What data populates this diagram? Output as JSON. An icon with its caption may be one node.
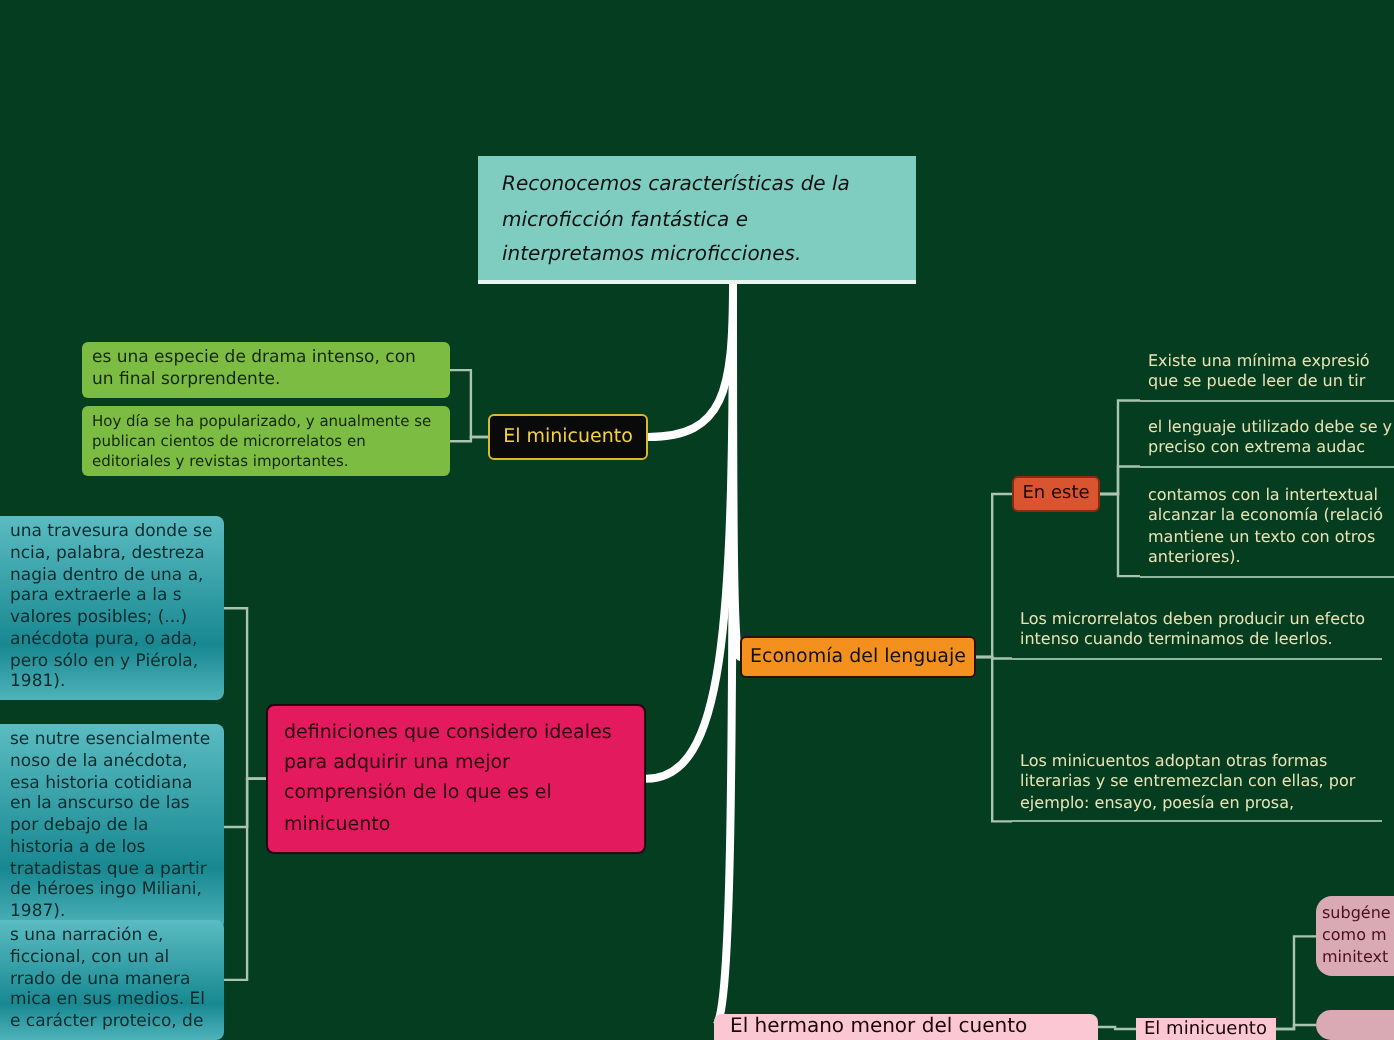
{
  "diagram": {
    "nodes": [
      {
        "text": [
          "Reconocemos características de la microficción fantástica e interpretamos microficciones."
        ]
      },
      {
        "text": [
          "El minicuento"
        ]
      },
      {
        "text": [
          "es una especie de drama intenso, con un final sorprendente."
        ]
      },
      {
        "text": [
          "Hoy día se ha popularizado, y anualmente se publican cientos de microrrelatos en editoriales y revistas importantes."
        ]
      },
      {
        "text": [
          "definiciones que considero ideales para adquirir una mejor comprensión de lo que es el minicuento"
        ]
      },
      {
        "text": [
          "una travesura donde se ncia, palabra, destreza nagia dentro de una a, para extraerle a la s valores posibles; (...) anécdota pura, o ada, pero sólo en y Piérola, 1981)."
        ]
      },
      {
        "text": [
          "se nutre esencialmente noso de la anécdota, esa historia cotidiana en la anscurso de las por debajo de la historia a de los tratadistas que a partir de héroes ingo Miliani, 1987)."
        ]
      },
      {
        "text": [
          "s una narración e, ficcional, con un al rrado de una manera mica en sus medios. El e carácter proteico, de"
        ]
      },
      {
        "text": [
          "Economía del lenguaje"
        ]
      },
      {
        "text": [
          "En este"
        ]
      },
      {
        "text": [
          "Existe una mínima expresió que se puede leer de un tir"
        ]
      },
      {
        "text": [
          "el lenguaje utilizado debe se y preciso con extrema audac"
        ]
      },
      {
        "text": [
          "contamos con la intertextual alcanzar la economía (relació mantiene un texto con otros anteriores)."
        ]
      },
      {
        "text": [
          "Los microrrelatos deben producir un efecto intenso cuando terminamos de leerlos."
        ]
      },
      {
        "text": [
          "Los minicuentos adoptan otras formas literarias y se entremezclan con ellas, por ejemplo: ensayo, poesía en prosa,"
        ]
      },
      {
        "text": [
          "El hermano menor del cuento"
        ]
      },
      {
        "text": [
          "El minicuento"
        ]
      },
      {
        "text": [
          "subgéne como m minitext"
        ]
      },
      {
        "text": [],
        "shape": "box"
      }
    ],
    "edges": [
      {
        "from": 0,
        "to": 1,
        "arrow": "none",
        "style": "thick",
        "color": "#ffffff"
      },
      {
        "from": 0,
        "to": 4,
        "arrow": "none",
        "style": "thick",
        "color": "#ffffff"
      },
      {
        "from": 0,
        "to": 8,
        "arrow": "none",
        "style": "thick",
        "color": "#ffffff"
      },
      {
        "from": 0,
        "to": 15,
        "arrow": "none",
        "style": "thick",
        "color": "#ffffff"
      },
      {
        "from": 1,
        "to": 2,
        "arrow": "none"
      },
      {
        "from": 1,
        "to": 3,
        "arrow": "none"
      },
      {
        "from": 4,
        "to": 5,
        "arrow": "none"
      },
      {
        "from": 4,
        "to": 6,
        "arrow": "none"
      },
      {
        "from": 4,
        "to": 7,
        "arrow": "none"
      },
      {
        "from": 8,
        "to": 9,
        "arrow": "none"
      },
      {
        "from": 8,
        "to": 13,
        "arrow": "none"
      },
      {
        "from": 8,
        "to": 14,
        "arrow": "none"
      },
      {
        "from": 9,
        "to": 10,
        "arrow": "none"
      },
      {
        "from": 9,
        "to": 11,
        "arrow": "none"
      },
      {
        "from": 9,
        "to": 12,
        "arrow": "none"
      },
      {
        "from": 15,
        "to": 16,
        "arrow": "none"
      },
      {
        "from": 16,
        "to": 17,
        "arrow": "none"
      },
      {
        "from": 16,
        "to": 18,
        "arrow": "none"
      }
    ]
  }
}
